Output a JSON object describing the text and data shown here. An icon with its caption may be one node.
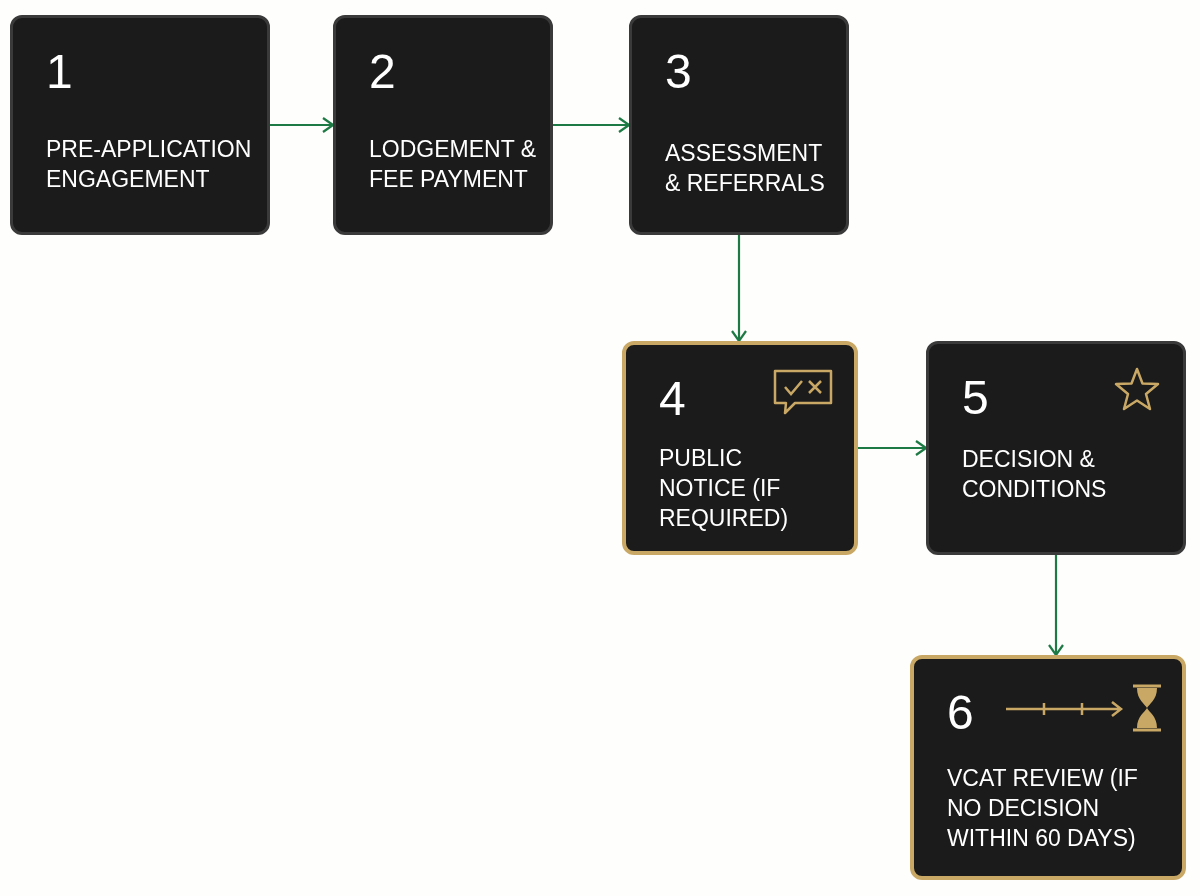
{
  "diagram": {
    "nodes": [
      {
        "text": [
          "1",
          "PRE-APPLICATION ENGAGEMENT"
        ]
      },
      {
        "text": [
          "2",
          "LODGEMENT & FEE PAYMENT"
        ]
      },
      {
        "text": [
          "3",
          "ASSESSMENT & REFERRALS"
        ]
      },
      {
        "text": [
          "4",
          "PUBLIC NOTICE (IF REQUIRED)"
        ]
      },
      {
        "text": [
          "5",
          "DECISION & CONDITIONS"
        ]
      },
      {
        "text": [
          "6",
          "VCAT REVIEW (IF NO DECISION WITHIN 60 DAYS)"
        ]
      }
    ],
    "edges": [
      {
        "from": 0,
        "to": 1,
        "arrow": "to"
      },
      {
        "from": 1,
        "to": 2,
        "arrow": "to"
      },
      {
        "from": 2,
        "to": 3,
        "arrow": "to"
      },
      {
        "from": 3,
        "to": 4,
        "arrow": "to"
      },
      {
        "from": 4,
        "to": 5,
        "arrow": "to"
      }
    ]
  }
}
